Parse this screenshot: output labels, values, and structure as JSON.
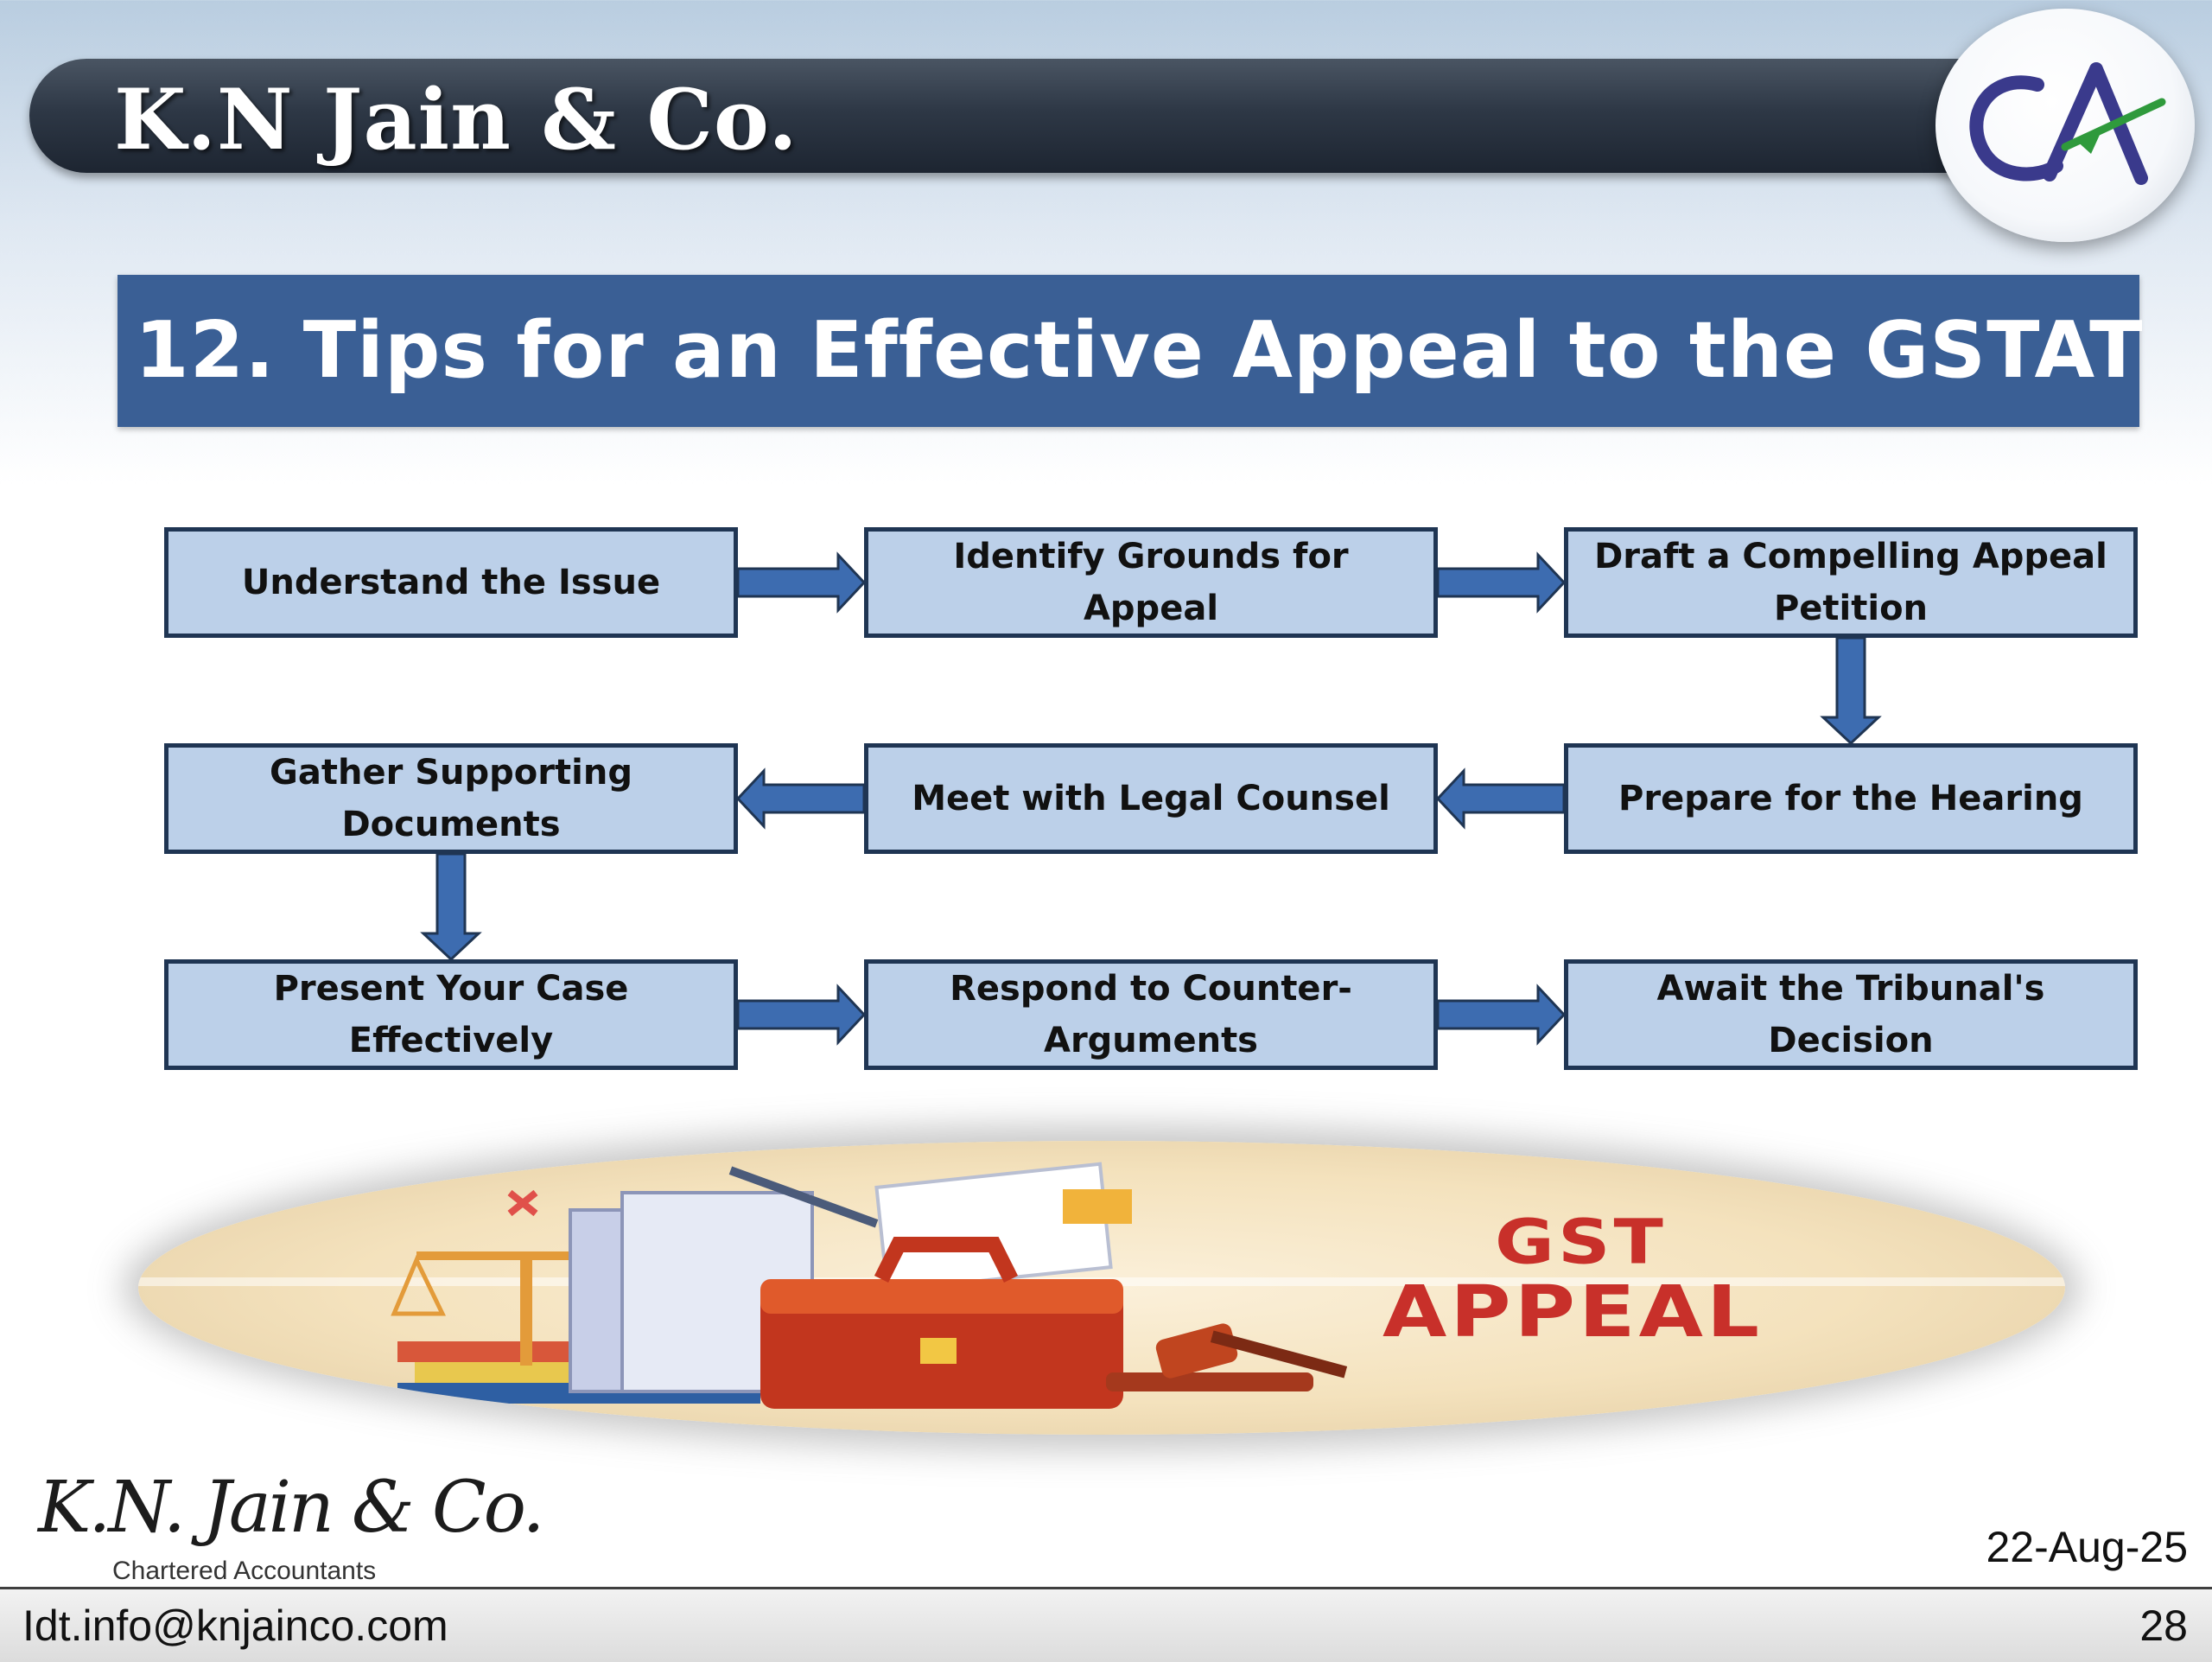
{
  "header": {
    "company_name": "K.N Jain & Co.",
    "logo_text": "CA",
    "bar_color": "#2e3846"
  },
  "title": {
    "text": "12. Tips for an Effective Appeal to the GSTAT",
    "band_color": "#3a5f95"
  },
  "flow": {
    "box_color": "#bcd0e9",
    "border_color": "#1f3553",
    "arrow_color": "#3d6cb0",
    "steps": [
      {
        "label": "Understand the Issue",
        "row": 0,
        "col": 0
      },
      {
        "label": "Identify Grounds for Appeal",
        "row": 0,
        "col": 1
      },
      {
        "label": "Draft a Compelling Appeal Petition",
        "row": 0,
        "col": 2
      },
      {
        "label": "Prepare for the Hearing",
        "row": 1,
        "col": 2
      },
      {
        "label": "Meet with Legal Counsel",
        "row": 1,
        "col": 1
      },
      {
        "label": "Gather Supporting Documents",
        "row": 1,
        "col": 0
      },
      {
        "label": "Present Your Case Effectively",
        "row": 2,
        "col": 0
      },
      {
        "label": "Respond to Counter-Arguments",
        "row": 2,
        "col": 1
      },
      {
        "label": "Await the Tribunal's Decision",
        "row": 2,
        "col": 2
      }
    ],
    "connections": [
      {
        "from": 0,
        "to": 1,
        "dir": "right"
      },
      {
        "from": 1,
        "to": 2,
        "dir": "right"
      },
      {
        "from": 2,
        "to": 3,
        "dir": "down"
      },
      {
        "from": 3,
        "to": 4,
        "dir": "left"
      },
      {
        "from": 4,
        "to": 5,
        "dir": "left"
      },
      {
        "from": 5,
        "to": 6,
        "dir": "down"
      },
      {
        "from": 6,
        "to": 7,
        "dir": "right"
      },
      {
        "from": 7,
        "to": 8,
        "dir": "right"
      }
    ]
  },
  "banner": {
    "line1": "GST",
    "line2": "APPEAL",
    "text_color": "#c8302a"
  },
  "footer": {
    "logo_text": "K.N. Jain & Co.",
    "subtitle": "Chartered Accountants",
    "date": "22-Aug-25",
    "email": "Idt.info@knjainco.com",
    "page_number": "28"
  }
}
